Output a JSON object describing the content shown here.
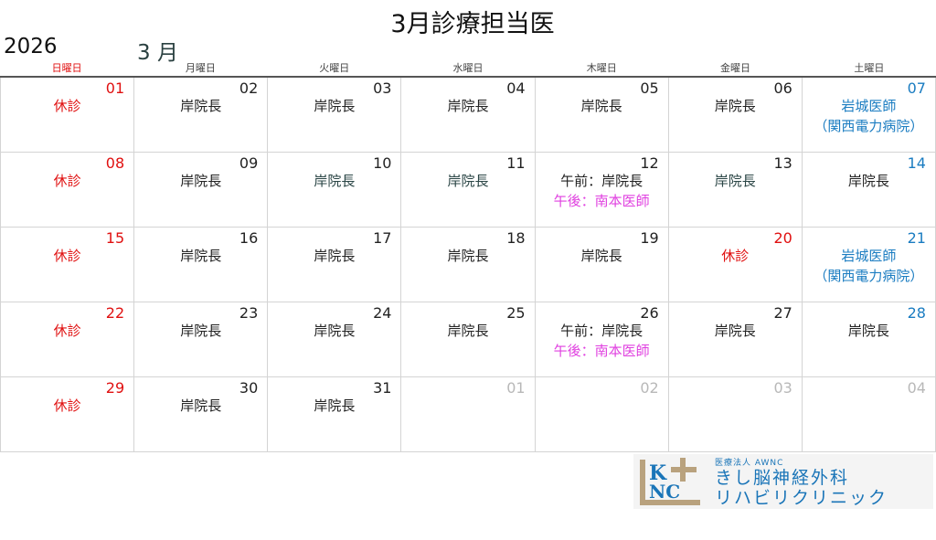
{
  "title": "3月診療担当医",
  "year": "2026",
  "month": "3 月",
  "colors": {
    "sun": "#e01010",
    "sat": "#1a7cc1",
    "normal": "#222222",
    "teal": "#2a4545",
    "pink": "#e040e0",
    "grey": "#b8b8b8"
  },
  "weekdays": [
    "日曜日",
    "月曜日",
    "火曜日",
    "水曜日",
    "木曜日",
    "金曜日",
    "土曜日"
  ],
  "weeks": [
    [
      {
        "day": "01",
        "c": "sun",
        "lines": [
          {
            "t": "休診",
            "c": "sun"
          }
        ]
      },
      {
        "day": "02",
        "c": "normal",
        "lines": [
          {
            "t": "岸院長",
            "c": "normal"
          }
        ]
      },
      {
        "day": "03",
        "c": "normal",
        "lines": [
          {
            "t": "岸院長",
            "c": "normal"
          }
        ]
      },
      {
        "day": "04",
        "c": "normal",
        "lines": [
          {
            "t": "岸院長",
            "c": "normal"
          }
        ]
      },
      {
        "day": "05",
        "c": "normal",
        "lines": [
          {
            "t": "岸院長",
            "c": "normal"
          }
        ]
      },
      {
        "day": "06",
        "c": "normal",
        "lines": [
          {
            "t": "岸院長",
            "c": "normal"
          }
        ]
      },
      {
        "day": "07",
        "c": "sat",
        "lines": [
          {
            "t": "岩城医師",
            "c": "sat"
          },
          {
            "t": "（関西電力病院）",
            "c": "sat"
          }
        ]
      }
    ],
    [
      {
        "day": "08",
        "c": "sun",
        "lines": [
          {
            "t": "休診",
            "c": "sun"
          }
        ]
      },
      {
        "day": "09",
        "c": "normal",
        "lines": [
          {
            "t": "岸院長",
            "c": "normal"
          }
        ]
      },
      {
        "day": "10",
        "c": "normal",
        "lines": [
          {
            "t": "岸院長",
            "c": "teal"
          }
        ]
      },
      {
        "day": "11",
        "c": "normal",
        "lines": [
          {
            "t": "岸院長",
            "c": "teal"
          }
        ]
      },
      {
        "day": "12",
        "c": "normal",
        "lines": [
          {
            "t": "午前：岸院長",
            "c": "normal"
          },
          {
            "t": "午後：南本医師",
            "c": "pink"
          }
        ]
      },
      {
        "day": "13",
        "c": "normal",
        "lines": [
          {
            "t": "岸院長",
            "c": "teal"
          }
        ]
      },
      {
        "day": "14",
        "c": "sat",
        "lines": [
          {
            "t": "岸院長",
            "c": "normal"
          }
        ]
      }
    ],
    [
      {
        "day": "15",
        "c": "sun",
        "lines": [
          {
            "t": "休診",
            "c": "sun"
          }
        ]
      },
      {
        "day": "16",
        "c": "normal",
        "lines": [
          {
            "t": "岸院長",
            "c": "normal"
          }
        ]
      },
      {
        "day": "17",
        "c": "normal",
        "lines": [
          {
            "t": "岸院長",
            "c": "normal"
          }
        ]
      },
      {
        "day": "18",
        "c": "normal",
        "lines": [
          {
            "t": "岸院長",
            "c": "normal"
          }
        ]
      },
      {
        "day": "19",
        "c": "normal",
        "lines": [
          {
            "t": "岸院長",
            "c": "normal"
          }
        ]
      },
      {
        "day": "20",
        "c": "sun",
        "lines": [
          {
            "t": "休診",
            "c": "sun"
          }
        ]
      },
      {
        "day": "21",
        "c": "sat",
        "lines": [
          {
            "t": "岩城医師",
            "c": "sat"
          },
          {
            "t": "（関西電力病院）",
            "c": "sat"
          }
        ]
      }
    ],
    [
      {
        "day": "22",
        "c": "sun",
        "lines": [
          {
            "t": "休診",
            "c": "sun"
          }
        ]
      },
      {
        "day": "23",
        "c": "normal",
        "lines": [
          {
            "t": "岸院長",
            "c": "normal"
          }
        ]
      },
      {
        "day": "24",
        "c": "normal",
        "lines": [
          {
            "t": "岸院長",
            "c": "normal"
          }
        ]
      },
      {
        "day": "25",
        "c": "normal",
        "lines": [
          {
            "t": "岸院長",
            "c": "normal"
          }
        ]
      },
      {
        "day": "26",
        "c": "normal",
        "lines": [
          {
            "t": "午前：岸院長",
            "c": "normal"
          },
          {
            "t": "午後：南本医師",
            "c": "pink"
          }
        ]
      },
      {
        "day": "27",
        "c": "normal",
        "lines": [
          {
            "t": "岸院長",
            "c": "normal"
          }
        ]
      },
      {
        "day": "28",
        "c": "sat",
        "lines": [
          {
            "t": "岸院長",
            "c": "normal"
          }
        ]
      }
    ],
    [
      {
        "day": "29",
        "c": "sun",
        "lines": [
          {
            "t": "休診",
            "c": "sun"
          }
        ]
      },
      {
        "day": "30",
        "c": "normal",
        "lines": [
          {
            "t": "岸院長",
            "c": "normal"
          }
        ]
      },
      {
        "day": "31",
        "c": "normal",
        "lines": [
          {
            "t": "岸院長",
            "c": "normal"
          }
        ]
      },
      {
        "day": "01",
        "c": "grey",
        "lines": []
      },
      {
        "day": "02",
        "c": "grey",
        "lines": []
      },
      {
        "day": "03",
        "c": "grey",
        "lines": []
      },
      {
        "day": "04",
        "c": "grey",
        "lines": []
      }
    ]
  ],
  "logo": {
    "mark": "KNC",
    "corp": "医療法人 AWNC",
    "name1": "きし脳神経外科",
    "name2": "リハビリクリニック"
  }
}
